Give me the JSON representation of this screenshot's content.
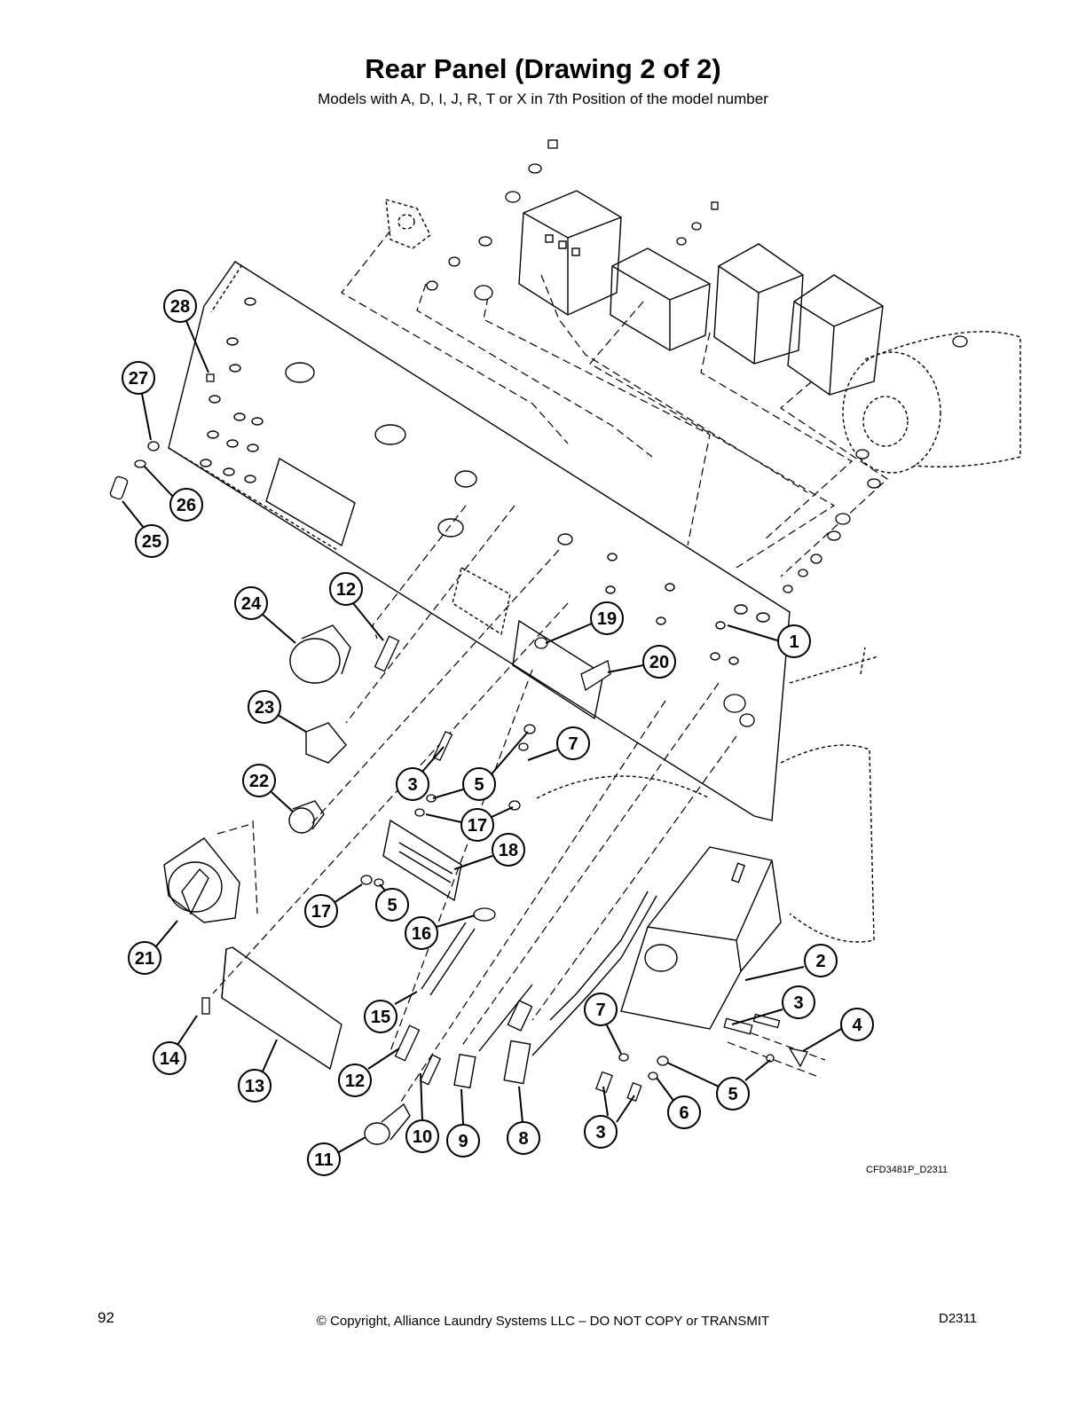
{
  "header": {
    "title": "Rear Panel (Drawing 2 of 2)",
    "subtitle": "Models with A, D, I, J, R, T or X in 7th Position of the model number"
  },
  "drawing": {
    "reference_code": "CFD3481P_D2311",
    "callouts": [
      {
        "label": "1"
      },
      {
        "label": "2"
      },
      {
        "label": "3"
      },
      {
        "label": "3"
      },
      {
        "label": "3"
      },
      {
        "label": "4"
      },
      {
        "label": "5"
      },
      {
        "label": "5"
      },
      {
        "label": "5"
      },
      {
        "label": "6"
      },
      {
        "label": "7"
      },
      {
        "label": "7"
      },
      {
        "label": "8"
      },
      {
        "label": "9"
      },
      {
        "label": "10"
      },
      {
        "label": "11"
      },
      {
        "label": "12"
      },
      {
        "label": "12"
      },
      {
        "label": "13"
      },
      {
        "label": "14"
      },
      {
        "label": "15"
      },
      {
        "label": "16"
      },
      {
        "label": "17"
      },
      {
        "label": "17"
      },
      {
        "label": "18"
      },
      {
        "label": "19"
      },
      {
        "label": "20"
      },
      {
        "label": "21"
      },
      {
        "label": "22"
      },
      {
        "label": "23"
      },
      {
        "label": "24"
      },
      {
        "label": "25"
      },
      {
        "label": "26"
      },
      {
        "label": "27"
      },
      {
        "label": "28"
      }
    ]
  },
  "footer": {
    "page_number": "92",
    "copyright": "© Copyright, Alliance Laundry Systems LLC – DO NOT COPY or TRANSMIT",
    "doc_code": "D2311"
  }
}
